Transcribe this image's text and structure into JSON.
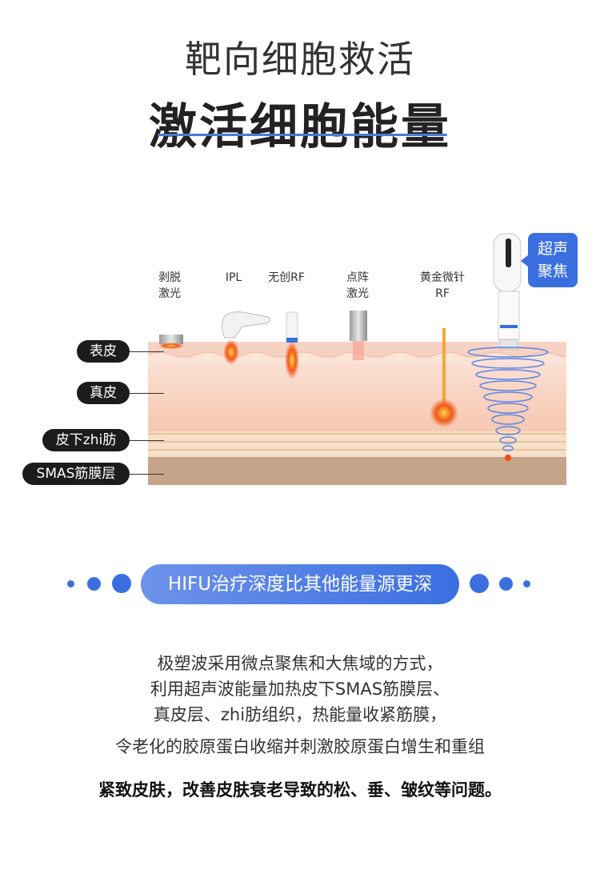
{
  "header": {
    "subtitle": "靶向细胞救活",
    "title": "激活细胞能量"
  },
  "layers": {
    "epidermis": "表皮",
    "dermis": "真皮",
    "subcutaneous_fat": "皮下zhi肪",
    "smas": "SMAS筋膜层"
  },
  "devices": [
    {
      "line1": "剥脱",
      "line2": "激光"
    },
    {
      "line1": "IPL",
      "line2": ""
    },
    {
      "line1": "无创RF",
      "line2": ""
    },
    {
      "line1": "点阵",
      "line2": "激光"
    },
    {
      "line1": "黄金微针",
      "line2": "RF"
    }
  ],
  "hifu_label": {
    "line1": "超声",
    "line2": "聚焦"
  },
  "banner": "HIFU治疗深度比其他能量源更深",
  "description": [
    "极塑波采用微点聚焦和大焦域的方式，",
    "利用超声波能量加热皮下SMAS筋膜层、",
    "真皮层、zhi肪组织，热能量收紧筋膜，",
    "令老化的胶原蛋白收缩并刺激胶原蛋白增生和重组"
  ],
  "conclusion": "紧致皮肤，改善皮肤衰老导致的松、垂、皱纹等问题。",
  "colors": {
    "accent": "#3b6fe0",
    "heat": "#f04a1a"
  }
}
